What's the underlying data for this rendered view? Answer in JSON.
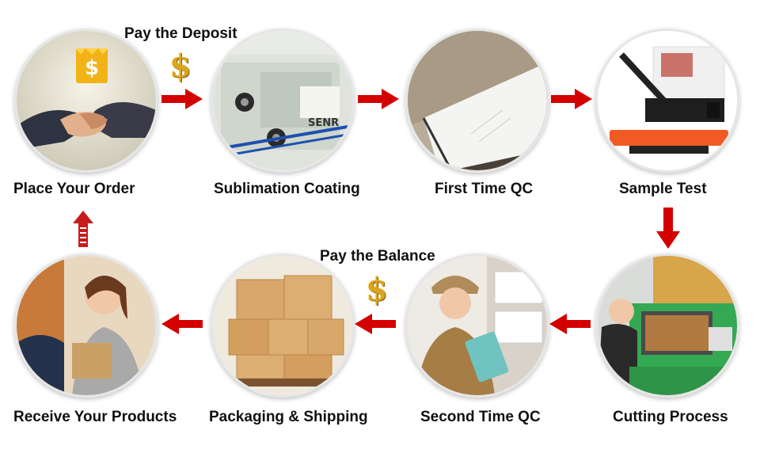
{
  "steps": {
    "place_order": "Place Your Order",
    "sublimation": "Sublimation Coating",
    "first_qc": "First Time QC",
    "sample_test": "Sample Test",
    "cutting": "Cutting Process",
    "second_qc": "Second Time QC",
    "packaging": "Packaging & Shipping",
    "receive": "Receive Your Products"
  },
  "payments": {
    "deposit": "Pay the Deposit",
    "balance": "Pay the Balance"
  },
  "symbols": {
    "dollar": "$"
  },
  "machine_brand": "SENR",
  "colors": {
    "arrow": "#d40000",
    "arrow_up": "#c81c1c",
    "dollar": "#d9a520",
    "label": "#111111"
  }
}
